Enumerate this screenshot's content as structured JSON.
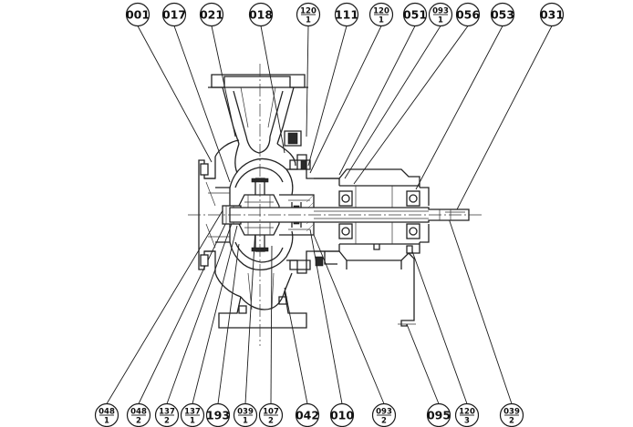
{
  "colors": {
    "line": "#1a1a1a",
    "background": "#ffffff"
  },
  "callouts_top": [
    {
      "id": "c001",
      "main": "001",
      "sub": ""
    },
    {
      "id": "c017",
      "main": "017",
      "sub": ""
    },
    {
      "id": "c021",
      "main": "021",
      "sub": ""
    },
    {
      "id": "c018",
      "main": "018",
      "sub": ""
    },
    {
      "id": "c120_1",
      "main": "120",
      "sub": "1"
    },
    {
      "id": "c111",
      "main": "111",
      "sub": ""
    },
    {
      "id": "c120_1b",
      "main": "120",
      "sub": "1"
    },
    {
      "id": "c051",
      "main": "051",
      "sub": ""
    },
    {
      "id": "c093_1",
      "main": "093",
      "sub": "1"
    },
    {
      "id": "c056",
      "main": "056",
      "sub": ""
    },
    {
      "id": "c053",
      "main": "053",
      "sub": ""
    },
    {
      "id": "c031",
      "main": "031",
      "sub": ""
    }
  ],
  "callouts_bottom": [
    {
      "id": "c048_1",
      "main": "048",
      "sub": "1"
    },
    {
      "id": "c048_2",
      "main": "048",
      "sub": "2"
    },
    {
      "id": "c137_2",
      "main": "137",
      "sub": "2"
    },
    {
      "id": "c137_1",
      "main": "137",
      "sub": "1"
    },
    {
      "id": "c193",
      "main": "193",
      "sub": ""
    },
    {
      "id": "c039_1",
      "main": "039",
      "sub": "1"
    },
    {
      "id": "c107_2",
      "main": "107",
      "sub": "2"
    },
    {
      "id": "c042",
      "main": "042",
      "sub": ""
    },
    {
      "id": "c010",
      "main": "010",
      "sub": ""
    },
    {
      "id": "c093_2",
      "main": "093",
      "sub": "2"
    },
    {
      "id": "c095",
      "main": "095",
      "sub": ""
    },
    {
      "id": "c120_3",
      "main": "120",
      "sub": "3"
    },
    {
      "id": "c039_2",
      "main": "039",
      "sub": "2"
    }
  ]
}
